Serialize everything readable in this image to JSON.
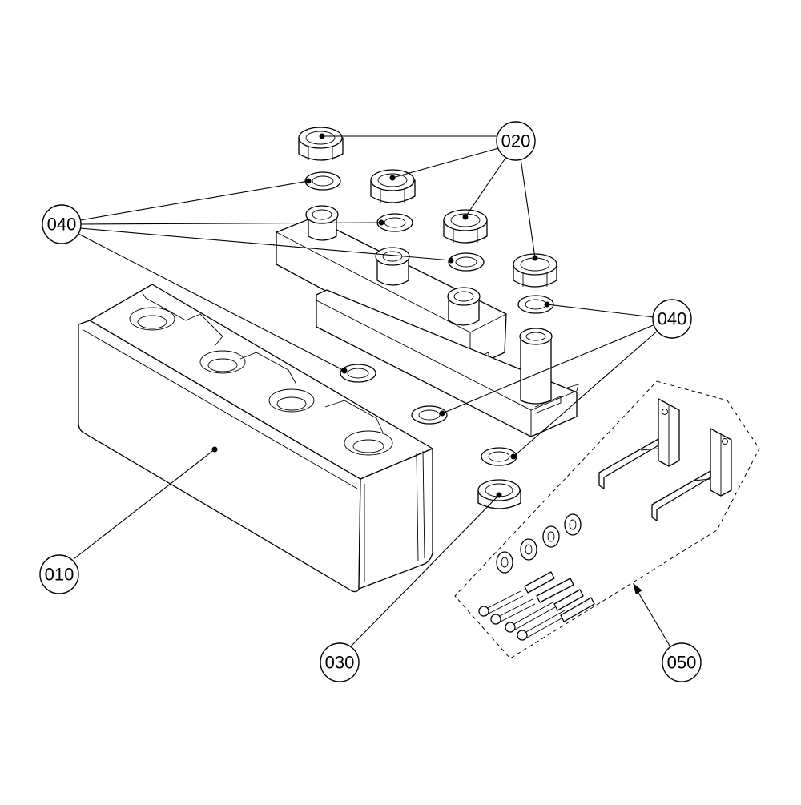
{
  "callouts": {
    "c020": "020",
    "c040_left": "040",
    "c040_right": "040",
    "c010": "010",
    "c030": "030",
    "c050": "050"
  }
}
